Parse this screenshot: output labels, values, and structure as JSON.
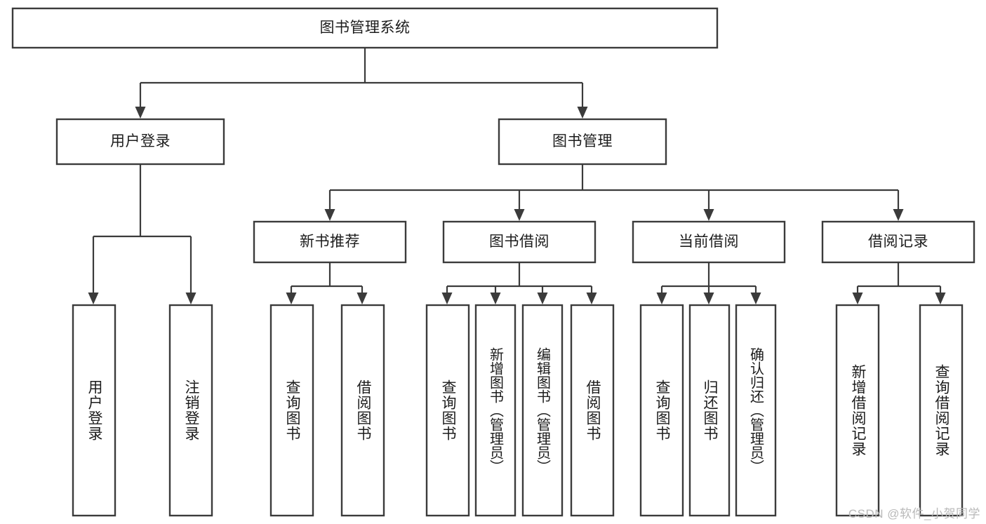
{
  "diagram": {
    "title": "图书管理系统",
    "type": "tree",
    "watermark": "CSDN @软件_小贺同学",
    "colors": {
      "box_stroke": "#3b3b3b",
      "box_fill": "#ffffff",
      "connector": "#3b3b3b",
      "text": "#1c1c1c",
      "watermark": "#b9b9b9",
      "background": "#ffffff"
    },
    "nodes": {
      "root": {
        "label": "图书管理系统",
        "level": 0
      },
      "l1": [
        {
          "id": "user-login",
          "label": "用户登录"
        },
        {
          "id": "book-manage",
          "label": "图书管理"
        }
      ],
      "l2": [
        {
          "id": "new-book-recommend",
          "label": "新书推荐",
          "parent": "book-manage"
        },
        {
          "id": "book-borrow",
          "label": "图书借阅",
          "parent": "book-manage"
        },
        {
          "id": "current-borrow",
          "label": "当前借阅",
          "parent": "book-manage"
        },
        {
          "id": "borrow-record",
          "label": "借阅记录",
          "parent": "book-manage"
        }
      ],
      "leaves": {
        "user-login": [
          {
            "id": "leaf-user-login",
            "label": "用户登录"
          },
          {
            "id": "leaf-logout",
            "label": "注销登录"
          }
        ],
        "new-book-recommend": [
          {
            "id": "leaf-query-book-1",
            "label": "查询图书"
          },
          {
            "id": "leaf-borrow-book-1",
            "label": "借阅图书"
          }
        ],
        "book-borrow": [
          {
            "id": "leaf-query-book-2",
            "label": "查询图书"
          },
          {
            "id": "leaf-add-book",
            "label": "新增图书（管理员）"
          },
          {
            "id": "leaf-edit-book",
            "label": "编辑图书（管理员）"
          },
          {
            "id": "leaf-borrow-book-2",
            "label": "借阅图书"
          }
        ],
        "current-borrow": [
          {
            "id": "leaf-query-book-3",
            "label": "查询图书"
          },
          {
            "id": "leaf-return-book",
            "label": "归还图书"
          },
          {
            "id": "leaf-confirm-return",
            "label": "确认归还（管理员）"
          }
        ],
        "borrow-record": [
          {
            "id": "leaf-add-record",
            "label": "新增借阅记录"
          },
          {
            "id": "leaf-query-record",
            "label": "查询借阅记录"
          }
        ]
      }
    }
  }
}
